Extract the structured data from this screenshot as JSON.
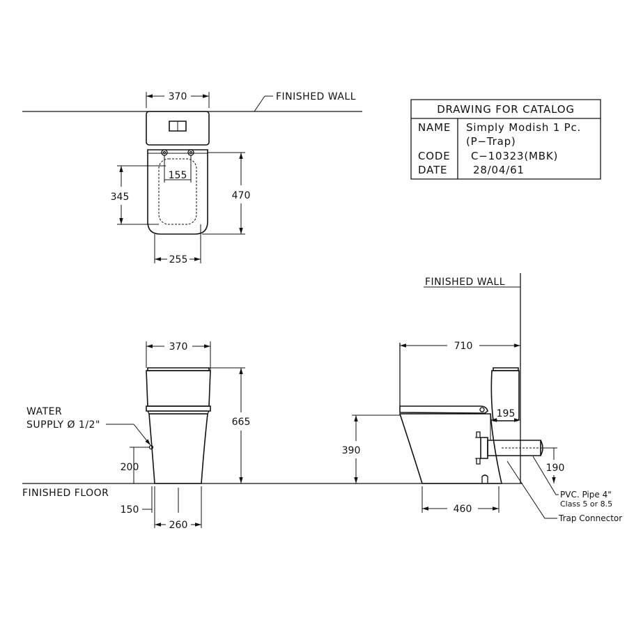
{
  "title_block": {
    "heading": "DRAWING FOR CATALOG",
    "rows": [
      {
        "label": "NAME",
        "value": "Simply Modish 1 Pc."
      },
      {
        "label": "",
        "value": "(P−Trap)"
      },
      {
        "label": "CODE",
        "value": "C−10323(MBK)"
      },
      {
        "label": "DATE",
        "value": "28/04/61"
      }
    ]
  },
  "labels": {
    "finished_wall_top": "FINISHED  WALL",
    "finished_wall_side": "FINISHED  WALL",
    "finished_floor": "FINISHED  FLOOR",
    "water_supply_line1": "WATER",
    "water_supply_line2": "SUPPLY Ø 1/2\"",
    "pvc_pipe": "PVC. Pipe 4\"",
    "pvc_class": "Class 5 or 8.5",
    "trap_connector": "Trap Connector"
  },
  "dimensions": {
    "top_width": "370",
    "top_depth_outer": "470",
    "top_depth_inner": "345",
    "top_hole_spacing": "155",
    "top_seat_width": "255",
    "front_width": "370",
    "front_height": "665",
    "front_supply_height": "200",
    "front_supply_offset": "150",
    "front_base_width": "260",
    "side_length": "710",
    "side_seat_height": "390",
    "side_trap_offset": "195",
    "side_pipe_height": "190",
    "side_base_length": "460"
  }
}
